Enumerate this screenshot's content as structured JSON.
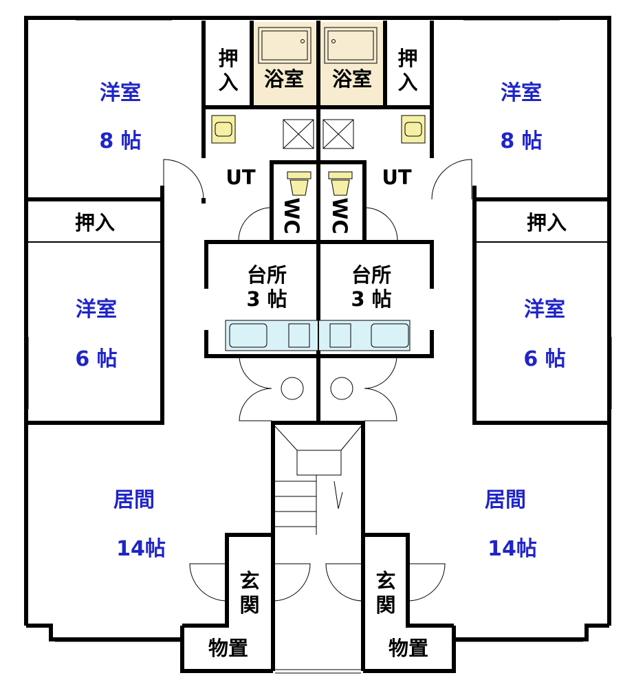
{
  "colors": {
    "room_label": "#1f24c9",
    "bath_fill": "#f7ecd0",
    "wc_fill": "#f6f0a6",
    "sink_fill": "#d9f2f8",
    "wall": "#000000"
  },
  "rooms": {
    "western_8_left": {
      "name": "洋室",
      "size": "8 帖"
    },
    "western_8_right": {
      "name": "洋室",
      "size": "8 帖"
    },
    "western_6_left": {
      "name": "洋室",
      "size": "6 帖"
    },
    "western_6_right": {
      "name": "洋室",
      "size": "6 帖"
    },
    "living_left": {
      "name": "居間",
      "size": "14帖"
    },
    "living_right": {
      "name": "居間",
      "size": "14帖"
    },
    "kitchen_left": {
      "name": "台所",
      "size": "3 帖"
    },
    "kitchen_right": {
      "name": "台所",
      "size": "3 帖"
    },
    "bath_left": {
      "name": "浴室"
    },
    "bath_right": {
      "name": "浴室"
    },
    "closet_top_left": {
      "line1": "押",
      "line2": "入"
    },
    "closet_top_right": {
      "line1": "押",
      "line2": "入"
    },
    "closet_mid_left": {
      "name": "押入"
    },
    "closet_mid_right": {
      "name": "押入"
    },
    "utility_left": {
      "name": "UT"
    },
    "utility_right": {
      "name": "UT"
    },
    "toilet_left": {
      "name": "WC"
    },
    "toilet_right": {
      "name": "WC"
    },
    "entrance_left": {
      "line1": "玄",
      "line2": "関"
    },
    "entrance_right": {
      "line1": "玄",
      "line2": "関"
    },
    "storage_left": {
      "name": "物置"
    },
    "storage_right": {
      "name": "物置"
    }
  }
}
